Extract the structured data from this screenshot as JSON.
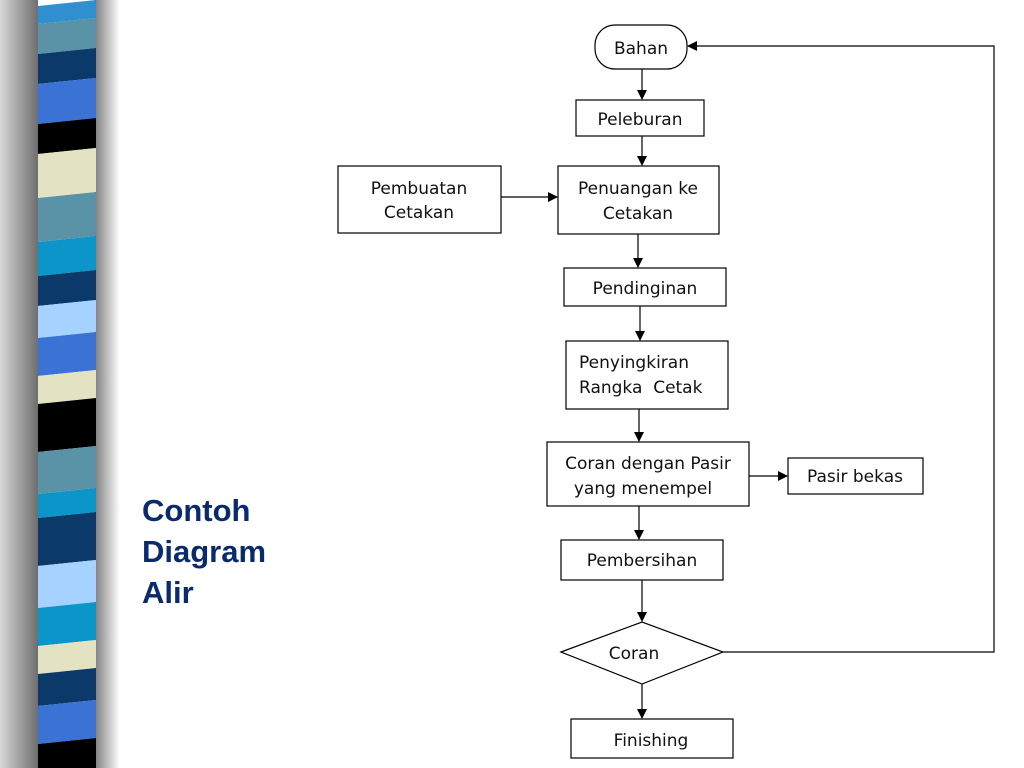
{
  "slide": {
    "title_lines": [
      "Contoh",
      "Diagram",
      "Alir"
    ]
  },
  "flowchart": {
    "nodes": {
      "bahan": "Bahan",
      "peleburan": "Peleburan",
      "pembuatan_cetakan": [
        "Pembuatan",
        "Cetakan"
      ],
      "penuangan": [
        "Penuangan ke",
        "Cetakan"
      ],
      "pendinginan": "Pendinginan",
      "penyingkiran": [
        "Penyingkiran",
        "Rangka  Cetak"
      ],
      "coran_pasir": [
        "Coran dengan Pasir",
        "yang menempel"
      ],
      "pasir_bekas": "Pasir bekas",
      "pembersihan": "Pembersihan",
      "coran": "Coran",
      "finishing": "Finishing"
    }
  },
  "colors": {
    "stripe_palette": [
      "#2f8fd0",
      "#5a93a8",
      "#0b3a6a",
      "#3a73d4",
      "#000000",
      "#e3e3c4",
      "#0b95c8",
      "#a6d2ff",
      "#7fb3e0"
    ],
    "title": "#0a2a6e"
  }
}
